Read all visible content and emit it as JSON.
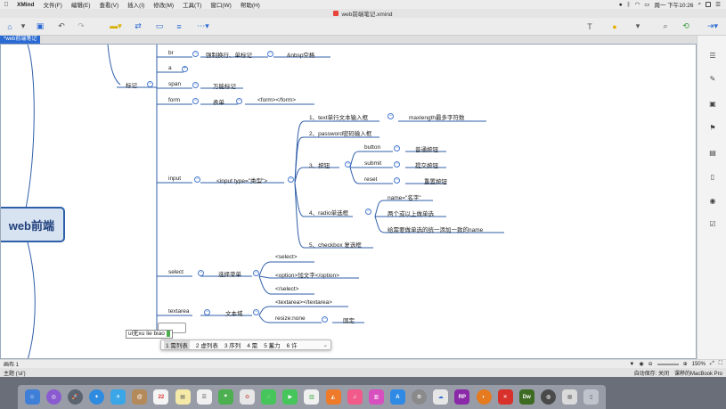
{
  "menubar": {
    "app": "XMind",
    "items": [
      "文件(F)",
      "编辑(E)",
      "查看(V)",
      "插入(I)",
      "修改(M)",
      "工具(T)",
      "窗口(W)",
      "帮助(H)"
    ],
    "clock": "周一 下午10:26"
  },
  "window": {
    "title": "web前端笔记.xmind",
    "tab": "*web前端笔记"
  },
  "mindmap": {
    "root": "web前端",
    "marker": "标记",
    "br": "br",
    "br_desc": "强制换行、单标记",
    "nbsp": "&nbsp空格",
    "a": "a",
    "span": "span",
    "span_desc": "万能标记",
    "form": "form",
    "form_desc": "表单",
    "form_tag": "<form></form>",
    "input": "input",
    "input_type": "<input type=\"类型\">",
    "text_box": "1、text单行文本输入框",
    "maxlength": "maxlength最多字符数",
    "password": "2、password密码输入框",
    "buttons": "3、按钮",
    "button": "button",
    "button_desc": "普通按钮",
    "submit": "submit",
    "submit_desc": "提交按钮",
    "reset": "reset",
    "reset_desc": "重置按钮",
    "radio": "4、radio单选框",
    "radio_name": "name=\"名字\"",
    "radio_multi": "两个或以上做单选",
    "radio_same": "给需要做单选的统一添加一致的name",
    "checkbox": "5、checkbox 复选框",
    "select": "select",
    "select_desc": "选择菜单",
    "select_open": "<select>",
    "select_option": "<option>加文字</option>",
    "select_close": "</select>",
    "textarea": "textarea",
    "textarea_desc": "文本域",
    "textarea_tag": "<textarea></textarea>",
    "resize": "resize:none",
    "resize_desc": "固定"
  },
  "editing": {
    "input_text": "ul无xu lie biao",
    "candidates": [
      "1 需列表",
      "2 虚列表",
      "3 序列",
      "4 需",
      "5 蓄力",
      "6 许"
    ]
  },
  "status": {
    "sheet": "画布 1",
    "topic": "主题 ('ul')",
    "zoom": "150%",
    "autosave": "自动保存: 关闭",
    "owner": "课桦的MacBook Pro"
  },
  "colors": {
    "accent": "#2a6ad2",
    "branch": "#2f5fa8",
    "root_fill": "#d8e3f2"
  }
}
